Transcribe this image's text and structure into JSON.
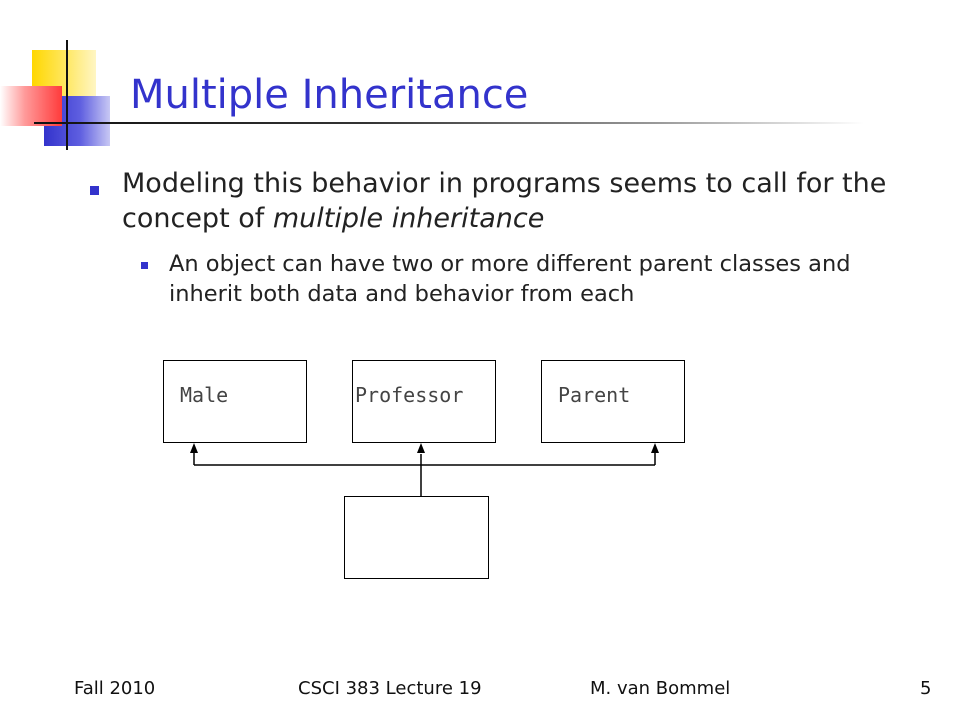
{
  "slide": {
    "title": "Multiple Inheritance",
    "bullet1": {
      "text_before": "Modeling this behavior in programs seems to call for the concept of ",
      "text_emphasis": "multiple inheritance"
    },
    "bullet2": {
      "text": "An object can have two or more different parent classes and inherit both data and behavior from each"
    }
  },
  "diagram": {
    "parents": [
      "Male",
      "Professor",
      "Parent"
    ]
  },
  "footer": {
    "term": "Fall 2010",
    "course": "CSCI 383 Lecture 19",
    "author": "M. van Bommel",
    "page_number": "5"
  },
  "colors": {
    "title": "#3333cc",
    "bullet": "#3333cc"
  }
}
